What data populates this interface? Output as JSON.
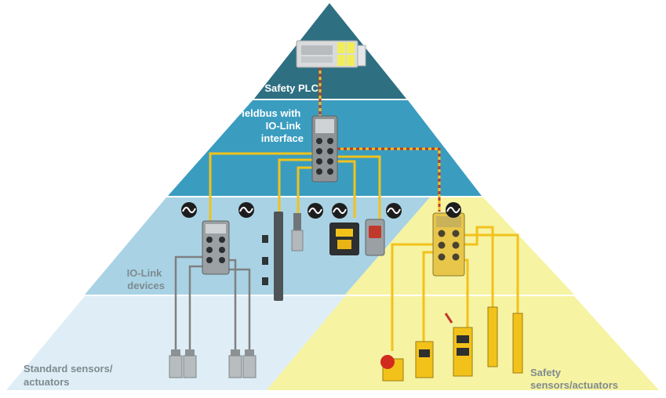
{
  "diagram": {
    "tiers": [
      {
        "id": "plc",
        "label": "Safety PLC",
        "color": "#2e6f82"
      },
      {
        "id": "fieldbus",
        "label_lines": [
          "Fieldbus with",
          "IO-Link",
          "interface"
        ],
        "color": "#3a9dc0"
      },
      {
        "id": "iolink",
        "label_lines": [
          "IO-Link",
          "devices"
        ],
        "color": "#a9d3e5"
      },
      {
        "id": "standard",
        "label_lines": [
          "Standard sensors/",
          "actuators"
        ],
        "color": "#dfeef6"
      },
      {
        "id": "safety",
        "label_lines": [
          "Safety",
          "sensors/actuators"
        ],
        "color": "#f6f3a2"
      }
    ],
    "colors": {
      "yellow_cable": "#f2c21b",
      "grey_cable": "#7f7f7f",
      "red_dash": "#c0392b",
      "label_white": "#ffffff",
      "label_grey": "#7f8a90"
    },
    "icons": [
      "io-link-icon",
      "plc-icon",
      "io-module-icon",
      "sensor-icon",
      "light-curtain-icon",
      "emergency-stop-icon"
    ]
  }
}
